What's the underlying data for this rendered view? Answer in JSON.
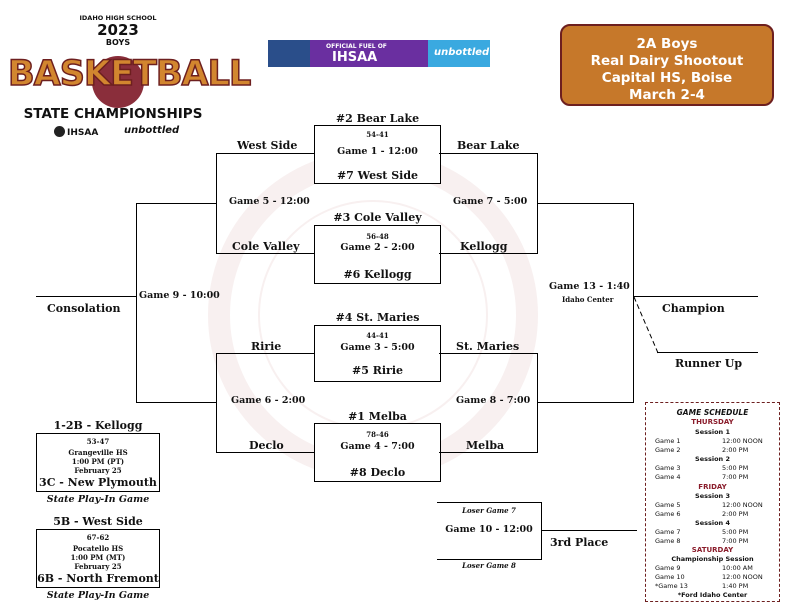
{
  "logo": {
    "top": "IDAHO HIGH SCHOOL",
    "year": "2023",
    "gender": "BOYS",
    "sport": "BASKETBALL",
    "sub": "STATE CHAMPIONSHIPS",
    "ihsaa": "IHSAA",
    "sponsor": "unbottled"
  },
  "sponsor_banner": {
    "line1": "OFFICIAL FUEL OF",
    "line2": "IHSAA",
    "brand": "unbottled"
  },
  "event": {
    "line1": "2A Boys",
    "line2": "Real Dairy Shootout",
    "line3": "Capital HS, Boise",
    "line4": "March 2-4"
  },
  "bracket": {
    "g1": {
      "top": "#2 Bear Lake",
      "score": "54-41",
      "label": "Game 1 - 12:00",
      "bottom": "#7 West Side"
    },
    "g2": {
      "top": "#3 Cole Valley",
      "score": "56-48",
      "label": "Game 2 - 2:00",
      "bottom": "#6 Kellogg"
    },
    "g3": {
      "top": "#4 St. Maries",
      "score": "44-41",
      "label": "Game 3 - 5:00",
      "bottom": "#5 Ririe"
    },
    "g4": {
      "top": "#1 Melba",
      "score": "78-46",
      "label": "Game 4 - 7:00",
      "bottom": "#8 Declo"
    },
    "left": {
      "west_side": "West Side",
      "cole_valley": "Cole Valley",
      "ririe": "Ririe",
      "declo": "Declo",
      "g5": "Game 5 - 12:00",
      "g6": "Game 6 - 2:00",
      "g9": "Game 9 - 10:00",
      "consolation": "Consolation"
    },
    "right": {
      "bear_lake": "Bear Lake",
      "kellogg": "Kellogg",
      "st_maries": "St. Maries",
      "melba": "Melba",
      "g7": "Game 7 - 5:00",
      "g8": "Game 8 - 7:00",
      "g13": "Game 13 - 1:40",
      "g13_venue": "Idaho Center",
      "champion": "Champion",
      "runner_up": "Runner Up"
    },
    "third": {
      "top": "Loser Game 7",
      "label": "Game 10 - 12:00",
      "bottom": "Loser Game 8",
      "result": "3rd Place"
    }
  },
  "playin": [
    {
      "title": "1-2B - Kellogg",
      "score": "53-47",
      "site": "Grangeville HS",
      "time": "1:00 PM (PT)",
      "date": "February 25",
      "bottom": "3C - New Plymouth",
      "caption": "State Play-In Game"
    },
    {
      "title": "5B - West Side",
      "score": "67-62",
      "site": "Pocatello HS",
      "time": "1:00 PM (MT)",
      "date": "February 25",
      "bottom": "6B - North Fremont",
      "caption": "State Play-In Game"
    }
  ],
  "schedule": {
    "title": "GAME SCHEDULE",
    "thursday": "THURSDAY",
    "s1": "Session 1",
    "g1": [
      "Game 1",
      "12:00 NOON"
    ],
    "g2": [
      "Game 2",
      "2:00 PM"
    ],
    "s2": "Session 2",
    "g3": [
      "Game 3",
      "5:00 PM"
    ],
    "g4": [
      "Game 4",
      "7:00 PM"
    ],
    "friday": "FRIDAY",
    "s3": "Session 3",
    "g5": [
      "Game 5",
      "12:00 NOON"
    ],
    "g6": [
      "Game 6",
      "2:00 PM"
    ],
    "s4": "Session 4",
    "g7": [
      "Game 7",
      "5:00 PM"
    ],
    "g8": [
      "Game 8",
      "7:00 PM"
    ],
    "saturday": "SATURDAY",
    "champ": "Championship Session",
    "g9": [
      "Game 9",
      "10:00 AM"
    ],
    "g10": [
      "Game 10",
      "12:00 NOON"
    ],
    "g13": [
      "*Game 13",
      "1:40 PM"
    ],
    "note": "*Ford Idaho Center"
  }
}
